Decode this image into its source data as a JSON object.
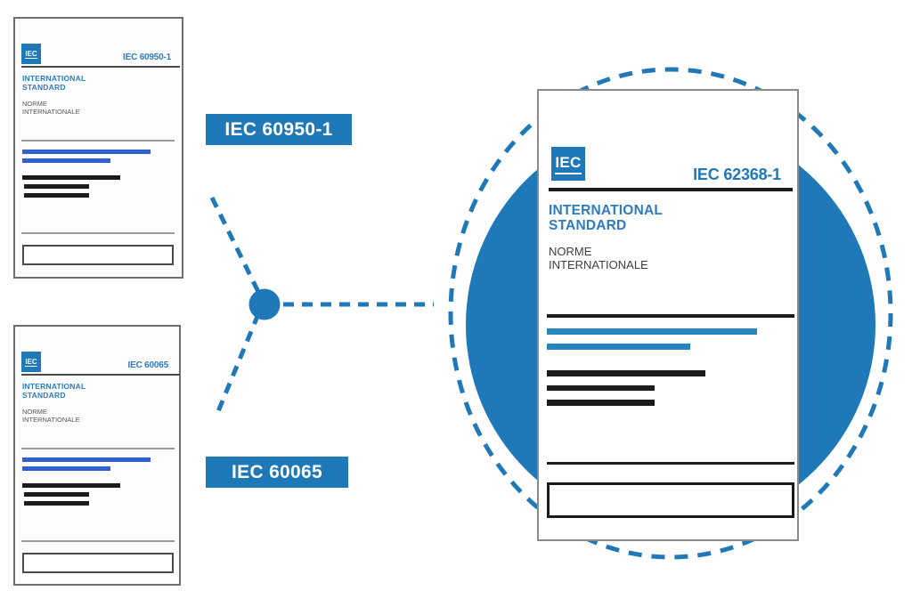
{
  "colors": {
    "primary_blue": "#1F78B8",
    "accent_bar_blue": "#3161D1",
    "doc_bar_blue": "#2883BF",
    "bar_black": "#1C1C1C",
    "text_blue": "#2E7BC0",
    "muted_text": "#555555"
  },
  "source_documents": [
    {
      "logo": "IEC",
      "code": "IEC 60950-1",
      "title_line1": "INTERNATIONAL",
      "title_line2": "STANDARD",
      "subtitle_line1": "NORME",
      "subtitle_line2": "INTERNATIONALE"
    },
    {
      "logo": "IEC",
      "code": "IEC 60065",
      "title_line1": "INTERNATIONAL",
      "title_line2": "STANDARD",
      "subtitle_line1": "NORME",
      "subtitle_line2": "INTERNATIONALE"
    }
  ],
  "labels": [
    {
      "text": "IEC 60950-1"
    },
    {
      "text": "IEC 60065"
    }
  ],
  "result_document": {
    "logo": "IEC",
    "code": "IEC 62368-1",
    "title_line1": "INTERNATIONAL",
    "title_line2": "STANDARD",
    "subtitle_line1": "NORME",
    "subtitle_line2": "INTERNATIONALE"
  }
}
